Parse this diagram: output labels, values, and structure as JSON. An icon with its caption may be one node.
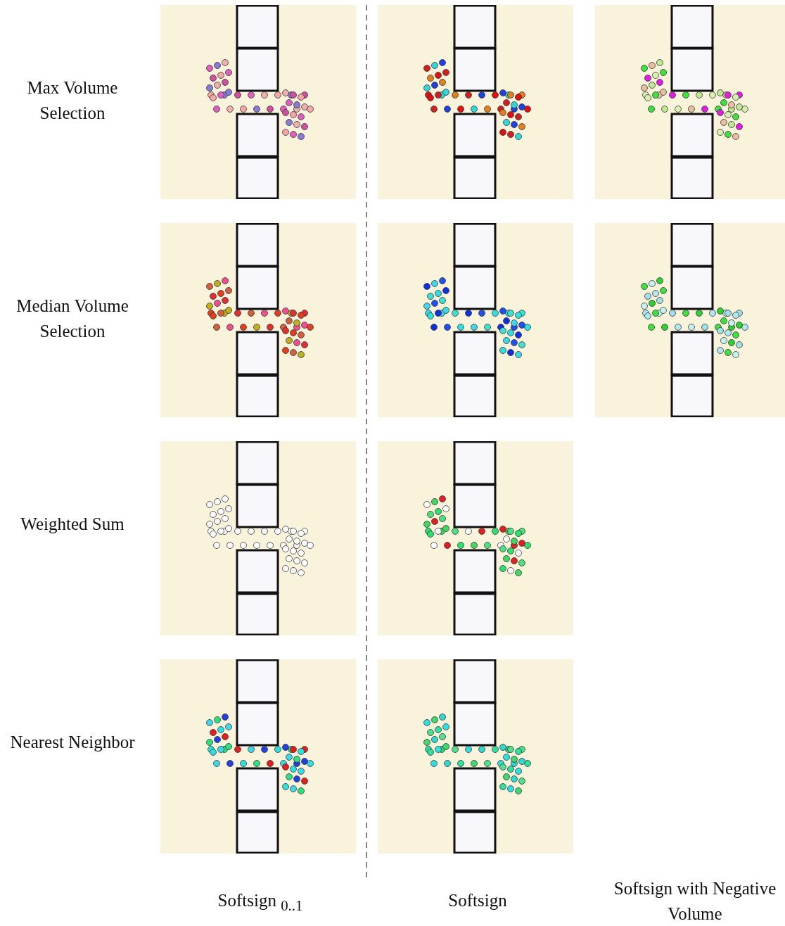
{
  "diagram": {
    "labels": [
      "Max Volume Selection",
      "Median Volume Selection",
      "Weighted Sum",
      "Nearest Neighbor",
      "Softsign $_{0..1}$",
      "Softsign",
      "Softsign with Negative Volume"
    ]
  }
}
